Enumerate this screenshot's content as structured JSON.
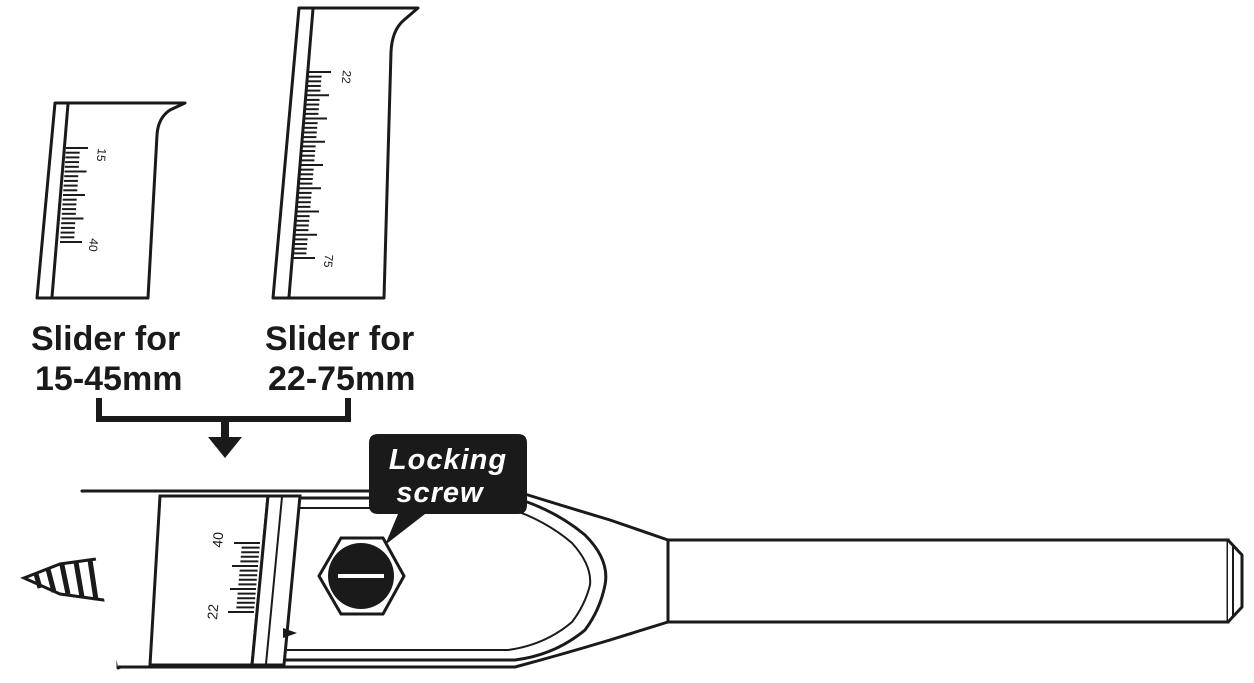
{
  "sliders": [
    {
      "caption_line1": "Slider for",
      "caption_line2": "15-45mm",
      "scale_labels": [
        "15",
        "40"
      ]
    },
    {
      "caption_line1": "Slider for",
      "caption_line2": "22-75mm",
      "scale_labels": [
        "22",
        "75"
      ]
    }
  ],
  "callout": {
    "line1": "Locking",
    "line2": "screw"
  },
  "bit_scale_labels": [
    "40",
    "22"
  ],
  "colors": {
    "ink": "#1a1a1a",
    "callout_fill": "#1a1a1a",
    "callout_text": "#ffffff",
    "background": "#ffffff"
  }
}
